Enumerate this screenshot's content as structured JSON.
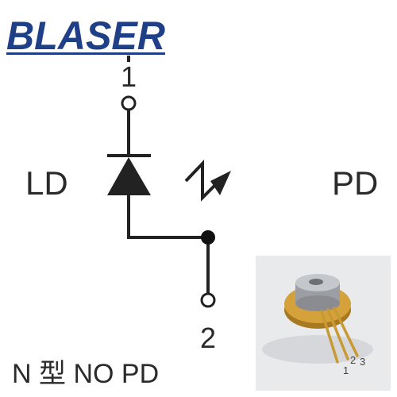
{
  "brand": {
    "name": "BLASER",
    "logo_color": "#1f3f86"
  },
  "diagram": {
    "title": "N 型 NO PD",
    "pin_top": "1",
    "pin_bottom": "2",
    "left_label": "LD",
    "right_label": "PD",
    "icons": [
      "laser-diode-symbol",
      "light-emission-arrow-icon",
      "junction-dot"
    ]
  },
  "photo": {
    "pin_labels": [
      "1",
      "2",
      "3"
    ],
    "colors": {
      "body": "#c9952e",
      "cap": "#b9bcc2",
      "pins": "#d2a640",
      "background": "#e9eaec"
    }
  }
}
